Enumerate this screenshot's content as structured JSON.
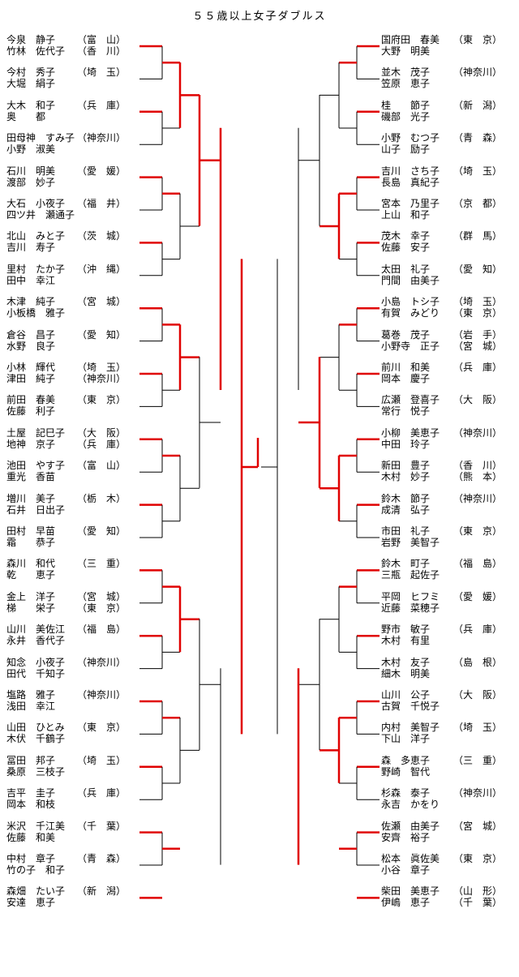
{
  "title": "５５歳以上女子ダブルス",
  "left_teams": [
    {
      "p1": "今泉　静子",
      "p2": "竹林　佐代子",
      "pref1": "（富　山）",
      "pref2": "（香　川）"
    },
    {
      "p1": "今村　秀子",
      "p2": "大堀　絹子",
      "pref1": "（埼　玉）",
      "pref2": ""
    },
    {
      "p1": "大木　和子",
      "p2": "奥　　都",
      "pref1": "（兵　庫）",
      "pref2": ""
    },
    {
      "p1": "田母神　すみ子",
      "p2": "小野　淑美",
      "pref1": "（神奈川）",
      "pref2": ""
    },
    {
      "p1": "石川　明美",
      "p2": "渡部　妙子",
      "pref1": "（愛　媛）",
      "pref2": ""
    },
    {
      "p1": "大石　小夜子",
      "p2": "四ツ井　瀬通子",
      "pref1": "（福　井）",
      "pref2": ""
    },
    {
      "p1": "北山　みと子",
      "p2": "吉川　寿子",
      "pref1": "（茨　城）",
      "pref2": ""
    },
    {
      "p1": "里村　たか子",
      "p2": "田中　幸江",
      "pref1": "（沖　縄）",
      "pref2": ""
    },
    {
      "p1": "木津　純子",
      "p2": "小板橋　雅子",
      "pref1": "（宮　城）",
      "pref2": ""
    },
    {
      "p1": "倉谷　昌子",
      "p2": "水野　良子",
      "pref1": "（愛　知）",
      "pref2": ""
    },
    {
      "p1": "小林　輝代",
      "p2": "津田　純子",
      "pref1": "（埼　玉）",
      "pref2": "（神奈川）"
    },
    {
      "p1": "前田　春美",
      "p2": "佐藤　利子",
      "pref1": "（東　京）",
      "pref2": ""
    },
    {
      "p1": "土屋　記巳子",
      "p2": "地神　京子",
      "pref1": "（大　阪）",
      "pref2": "（兵　庫）"
    },
    {
      "p1": "池田　やす子",
      "p2": "重光　香苗",
      "pref1": "（富　山）",
      "pref2": ""
    },
    {
      "p1": "増川　美子",
      "p2": "石井　日出子",
      "pref1": "（栃　木）",
      "pref2": ""
    },
    {
      "p1": "田村　早苗",
      "p2": "霜　　恭子",
      "pref1": "（愛　知）",
      "pref2": ""
    },
    {
      "p1": "森川　和代",
      "p2": "乾　　恵子",
      "pref1": "（三　重）",
      "pref2": ""
    },
    {
      "p1": "金上　洋子",
      "p2": "梯　　栄子",
      "pref1": "（宮　城）",
      "pref2": "（東　京）"
    },
    {
      "p1": "山川　美佐江",
      "p2": "永井　香代子",
      "pref1": "（福　島）",
      "pref2": ""
    },
    {
      "p1": "知念　小夜子",
      "p2": "田代　千知子",
      "pref1": "（神奈川）",
      "pref2": ""
    },
    {
      "p1": "塩路　雅子",
      "p2": "浅田　幸江",
      "pref1": "（神奈川）",
      "pref2": ""
    },
    {
      "p1": "山田　ひとみ",
      "p2": "木伏　千鶴子",
      "pref1": "（東　京）",
      "pref2": ""
    },
    {
      "p1": "冨田　邦子",
      "p2": "桑原　三枝子",
      "pref1": "（埼　玉）",
      "pref2": ""
    },
    {
      "p1": "吉平　圭子",
      "p2": "岡本　和枝",
      "pref1": "（兵　庫）",
      "pref2": ""
    },
    {
      "p1": "米沢　千江美",
      "p2": "佐藤　和美",
      "pref1": "（千　葉）",
      "pref2": ""
    },
    {
      "p1": "中村　章子",
      "p2": "竹の子　和子",
      "pref1": "（青　森）",
      "pref2": ""
    },
    {
      "p1": "森畑　たい子",
      "p2": "安達　恵子",
      "pref1": "（新　潟）",
      "pref2": ""
    }
  ],
  "right_teams": [
    {
      "p1": "国府田　春美",
      "p2": "大野　明美",
      "pref1": "（東　京）",
      "pref2": ""
    },
    {
      "p1": "並木　茂子",
      "p2": "笠原　恵子",
      "pref1": "（神奈川）",
      "pref2": ""
    },
    {
      "p1": "桂　　節子",
      "p2": "磯部　光子",
      "pref1": "（新　潟）",
      "pref2": ""
    },
    {
      "p1": "小野　むつ子",
      "p2": "山子　励子",
      "pref1": "（青　森）",
      "pref2": ""
    },
    {
      "p1": "吉川　さち子",
      "p2": "長島　真紀子",
      "pref1": "（埼　玉）",
      "pref2": ""
    },
    {
      "p1": "宮本　乃里子",
      "p2": "上山　和子",
      "pref1": "（京　都）",
      "pref2": ""
    },
    {
      "p1": "茂木　幸子",
      "p2": "佐藤　安子",
      "pref1": "（群　馬）",
      "pref2": ""
    },
    {
      "p1": "太田　礼子",
      "p2": "門間　由美子",
      "pref1": "（愛　知）",
      "pref2": ""
    },
    {
      "p1": "小島　トシ子",
      "p2": "有賀　みどり",
      "pref1": "（埼　玉）",
      "pref2": "（東　京）"
    },
    {
      "p1": "葛巻　茂子",
      "p2": "小野寺　正子",
      "pref1": "（岩　手）",
      "pref2": "（宮　城）"
    },
    {
      "p1": "前川　和美",
      "p2": "岡本　慶子",
      "pref1": "（兵　庫）",
      "pref2": ""
    },
    {
      "p1": "広瀬　登喜子",
      "p2": "常行　悦子",
      "pref1": "（大　阪）",
      "pref2": ""
    },
    {
      "p1": "小柳　美恵子",
      "p2": "中田　玲子",
      "pref1": "（神奈川）",
      "pref2": ""
    },
    {
      "p1": "新田　豊子",
      "p2": "木村　妙子",
      "pref1": "（香　川）",
      "pref2": "（熊　本）"
    },
    {
      "p1": "鈴木　節子",
      "p2": "成清　弘子",
      "pref1": "（神奈川）",
      "pref2": ""
    },
    {
      "p1": "市田　礼子",
      "p2": "岩野　美智子",
      "pref1": "（東　京）",
      "pref2": ""
    },
    {
      "p1": "鈴木　町子",
      "p2": "三瓶　起佐子",
      "pref1": "（福　島）",
      "pref2": ""
    },
    {
      "p1": "平岡　ヒフミ",
      "p2": "近藤　菜穂子",
      "pref1": "（愛　媛）",
      "pref2": ""
    },
    {
      "p1": "野市　敏子",
      "p2": "木村　有里",
      "pref1": "（兵　庫）",
      "pref2": ""
    },
    {
      "p1": "木村　友子",
      "p2": "細木　明美",
      "pref1": "（島　根）",
      "pref2": ""
    },
    {
      "p1": "山川　公子",
      "p2": "古賀　千悦子",
      "pref1": "（大　阪）",
      "pref2": ""
    },
    {
      "p1": "内村　美智子",
      "p2": "下山　洋子",
      "pref1": "（埼　玉）",
      "pref2": ""
    },
    {
      "p1": "森　多恵子",
      "p2": "野崎　智代",
      "pref1": "（三　重）",
      "pref2": ""
    },
    {
      "p1": "杉森　泰子",
      "p2": "永吉　かをり",
      "pref1": "（神奈川）",
      "pref2": ""
    },
    {
      "p1": "佐瀬　由美子",
      "p2": "安齊　裕子",
      "pref1": "（宮　城）",
      "pref2": ""
    },
    {
      "p1": "松本　眞佐美",
      "p2": "小谷　章子",
      "pref1": "（東　京）",
      "pref2": ""
    },
    {
      "p1": "柴田　美恵子",
      "p2": "伊嶋　恵子",
      "pref1": "（山　形）",
      "pref2": "（千　葉）"
    }
  ],
  "colors": {
    "winner_line": "#e00000",
    "line": "#000000"
  }
}
